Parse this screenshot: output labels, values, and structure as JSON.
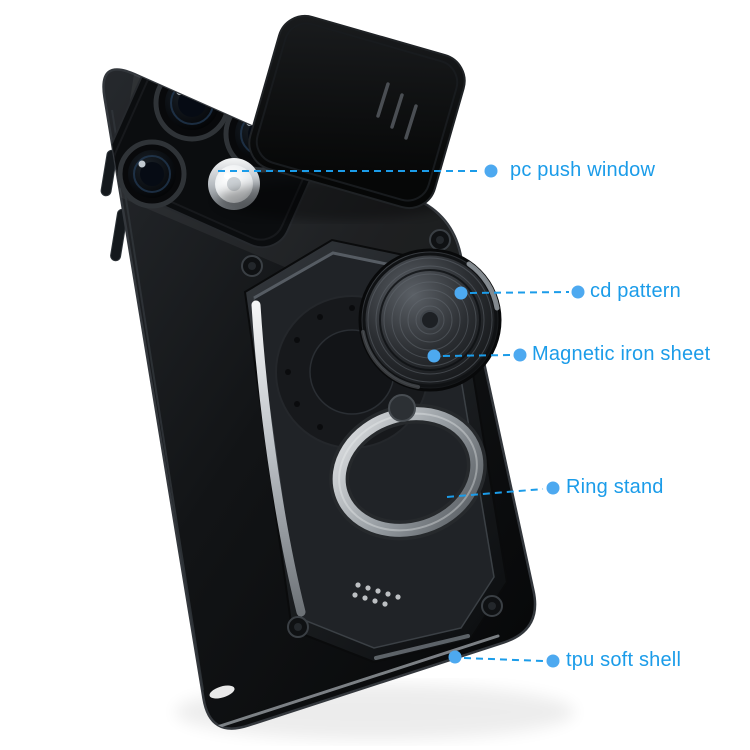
{
  "colors": {
    "background": "#ffffff",
    "accent": "#1b9ce9",
    "callout_dot": "#4da9f0",
    "case_black": "#0d0f11",
    "silver_highlight": "#c9cdd1"
  },
  "callouts": [
    {
      "id": "pc-push-window",
      "label": "pc push window"
    },
    {
      "id": "cd-pattern",
      "label": "cd pattern"
    },
    {
      "id": "magnetic-iron-sheet",
      "label": "Magnetic iron sheet"
    },
    {
      "id": "ring-stand",
      "label": "Ring stand"
    },
    {
      "id": "tpu-soft-shell",
      "label": "tpu soft shell"
    }
  ]
}
